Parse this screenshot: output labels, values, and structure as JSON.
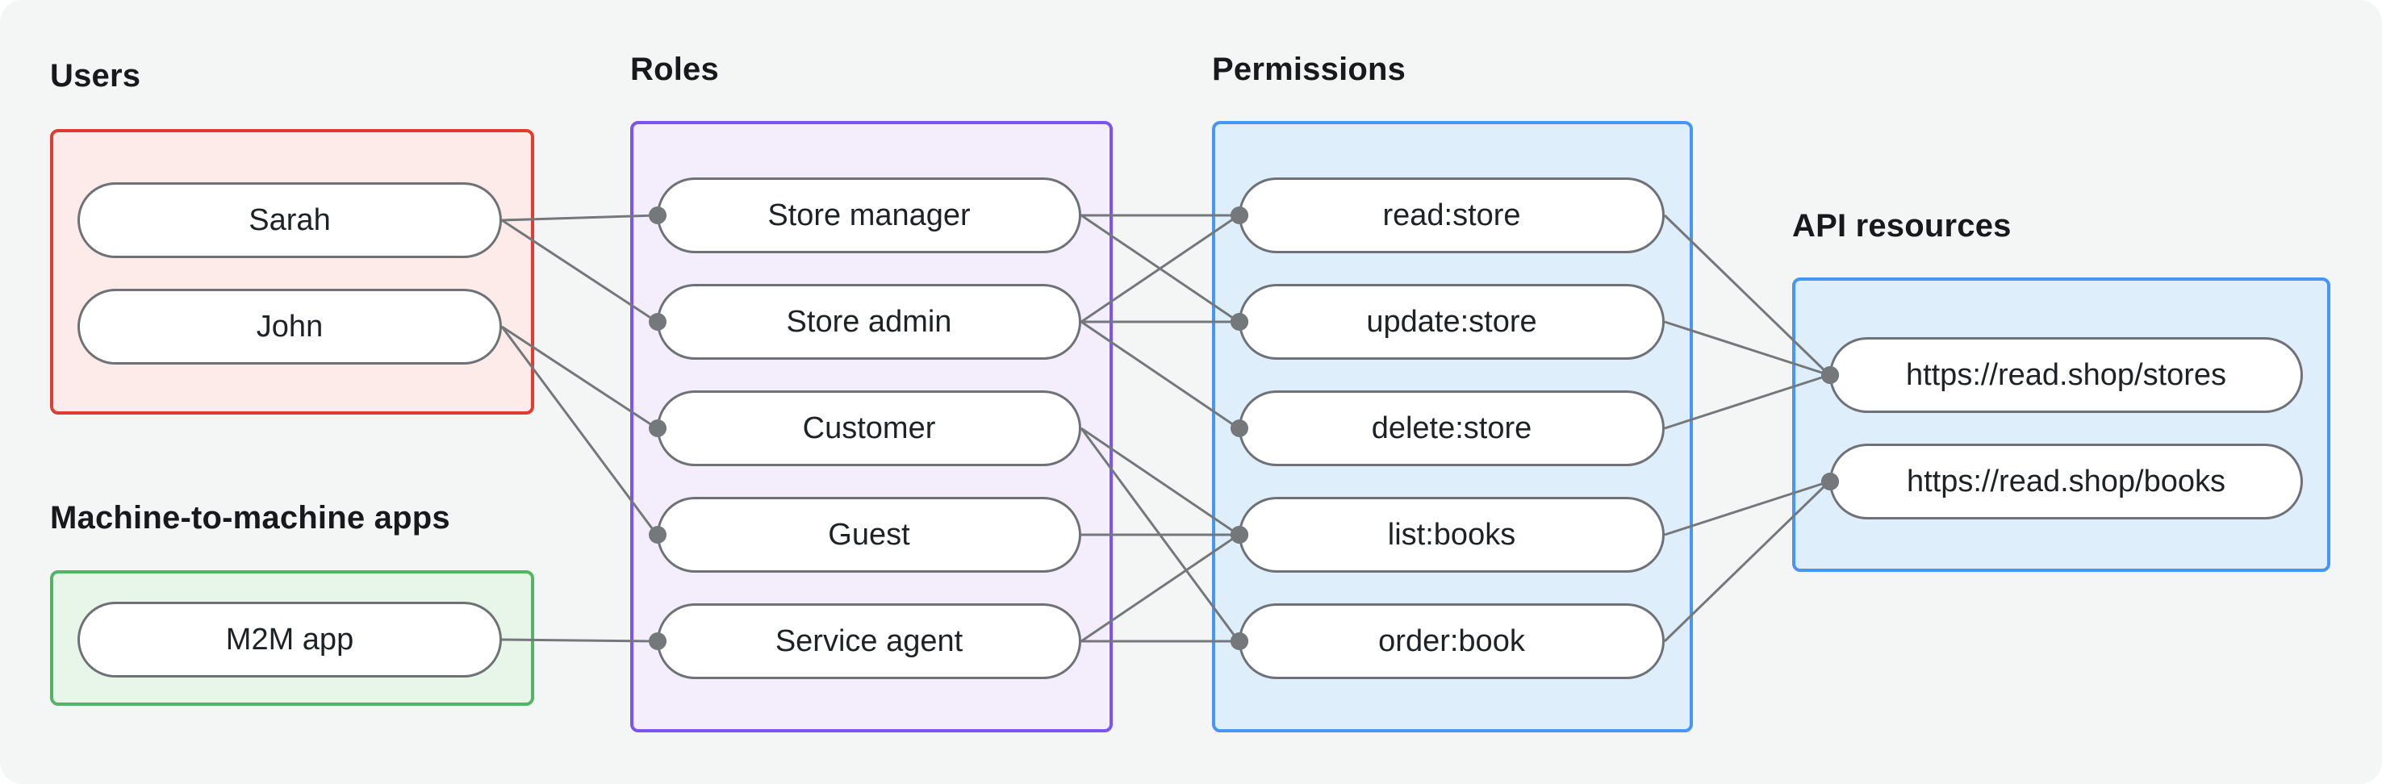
{
  "diagram": {
    "background_color": "#f4f6f6",
    "edge_color": "#75787b",
    "node_fill": "#ffffff",
    "node_border_color": "#6e7276",
    "groups": [
      {
        "id": "users",
        "label": "Users",
        "accent_color": "#e23b31",
        "fill_color": "#fcebe8",
        "nodes": [
          {
            "id": "sarah",
            "label": "Sarah"
          },
          {
            "id": "john",
            "label": "John"
          }
        ]
      },
      {
        "id": "m2m",
        "label": "Machine-to-machine apps",
        "accent_color": "#55b366",
        "fill_color": "#e8f5e9",
        "nodes": [
          {
            "id": "m2m-app",
            "label": "M2M app"
          }
        ]
      },
      {
        "id": "roles",
        "label": "Roles",
        "accent_color": "#7a55f2",
        "fill_color": "#f4eefc",
        "nodes": [
          {
            "id": "store-manager",
            "label": "Store manager"
          },
          {
            "id": "store-admin",
            "label": "Store admin"
          },
          {
            "id": "customer",
            "label": "Customer"
          },
          {
            "id": "guest",
            "label": "Guest"
          },
          {
            "id": "service-agent",
            "label": "Service agent"
          }
        ]
      },
      {
        "id": "permissions",
        "label": "Permissions",
        "accent_color": "#4695f7",
        "fill_color": "#deeefb",
        "nodes": [
          {
            "id": "read-store",
            "label": "read:store"
          },
          {
            "id": "update-store",
            "label": "update:store"
          },
          {
            "id": "delete-store",
            "label": "delete:store"
          },
          {
            "id": "list-books",
            "label": "list:books"
          },
          {
            "id": "order-book",
            "label": "order:book"
          }
        ]
      },
      {
        "id": "api",
        "label": "API resources",
        "accent_color": "#4695f7",
        "fill_color": "#deeefb",
        "nodes": [
          {
            "id": "stores",
            "label": "https://read.shop/stores"
          },
          {
            "id": "books",
            "label": "https://read.shop/books"
          }
        ]
      }
    ],
    "edges": [
      [
        "sarah",
        "store-manager"
      ],
      [
        "sarah",
        "store-admin"
      ],
      [
        "john",
        "customer"
      ],
      [
        "john",
        "guest"
      ],
      [
        "m2m-app",
        "service-agent"
      ],
      [
        "store-manager",
        "read-store"
      ],
      [
        "store-manager",
        "update-store"
      ],
      [
        "store-admin",
        "read-store"
      ],
      [
        "store-admin",
        "update-store"
      ],
      [
        "store-admin",
        "delete-store"
      ],
      [
        "customer",
        "list-books"
      ],
      [
        "customer",
        "order-book"
      ],
      [
        "guest",
        "list-books"
      ],
      [
        "service-agent",
        "list-books"
      ],
      [
        "service-agent",
        "order-book"
      ],
      [
        "read-store",
        "stores"
      ],
      [
        "update-store",
        "stores"
      ],
      [
        "delete-store",
        "stores"
      ],
      [
        "list-books",
        "books"
      ],
      [
        "order-book",
        "books"
      ]
    ]
  }
}
